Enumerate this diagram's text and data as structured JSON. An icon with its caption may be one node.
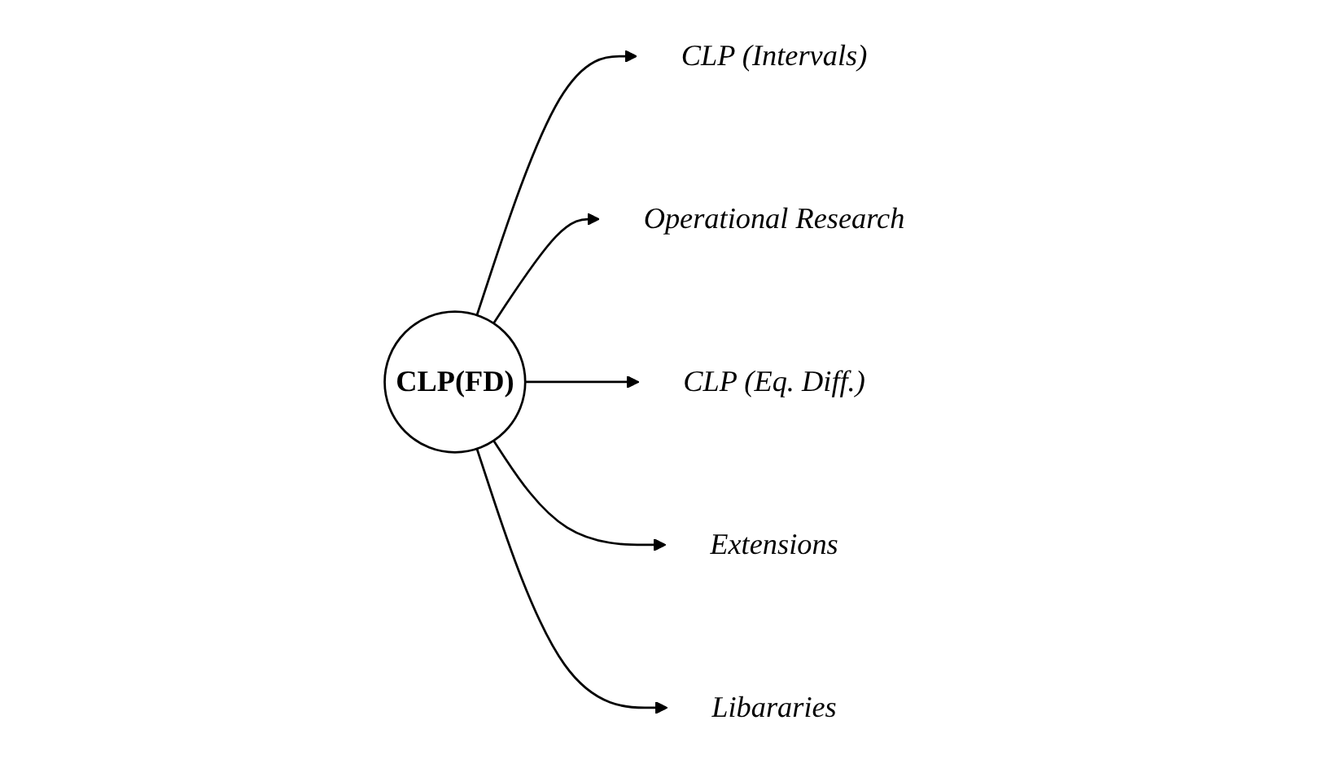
{
  "diagram": {
    "nodes": [
      {
        "text": [
          "CLP(FD)"
        ]
      },
      {
        "text": [
          "CLP (Intervals)"
        ]
      },
      {
        "text": [
          "Operational Research"
        ]
      },
      {
        "text": [
          "CLP (Eq. Diff.)"
        ]
      },
      {
        "text": [
          "Extensions"
        ]
      },
      {
        "text": [
          "Libararies"
        ]
      }
    ],
    "edges": [
      {
        "from": 0,
        "to": 1,
        "arrow": "to"
      },
      {
        "from": 0,
        "to": 2,
        "arrow": "to"
      },
      {
        "from": 0,
        "to": 3,
        "arrow": "to"
      },
      {
        "from": 0,
        "to": 4,
        "arrow": "to"
      },
      {
        "from": 0,
        "to": 5,
        "arrow": "to"
      }
    ]
  }
}
